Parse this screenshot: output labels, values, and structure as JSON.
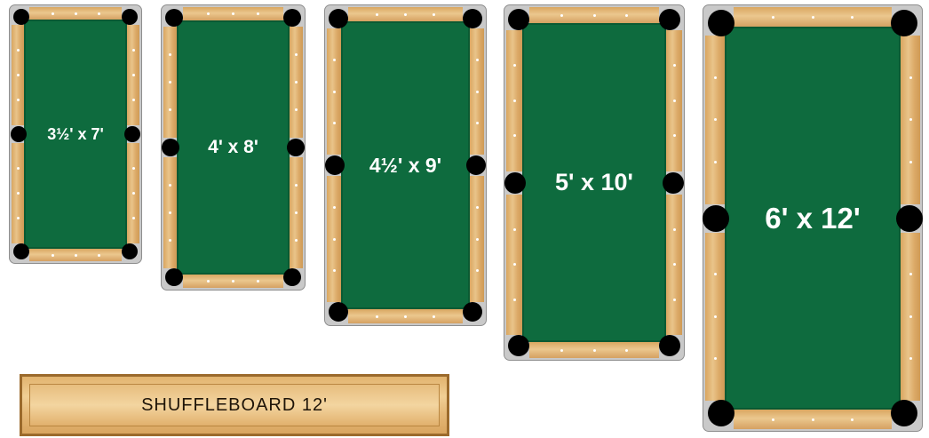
{
  "tables": [
    {
      "label": "3½' x 7'"
    },
    {
      "label": "4' x 8'"
    },
    {
      "label": "4½' x 9'"
    },
    {
      "label": "5' x 10'"
    },
    {
      "label": "6' x 12'"
    }
  ],
  "shuffleboard": {
    "label": "SHUFFLEBOARD 12'"
  },
  "colors": {
    "felt": "#0e6b3e",
    "rail": "#e0b070",
    "pocket": "#000000",
    "frame": "#c9c9c9"
  }
}
